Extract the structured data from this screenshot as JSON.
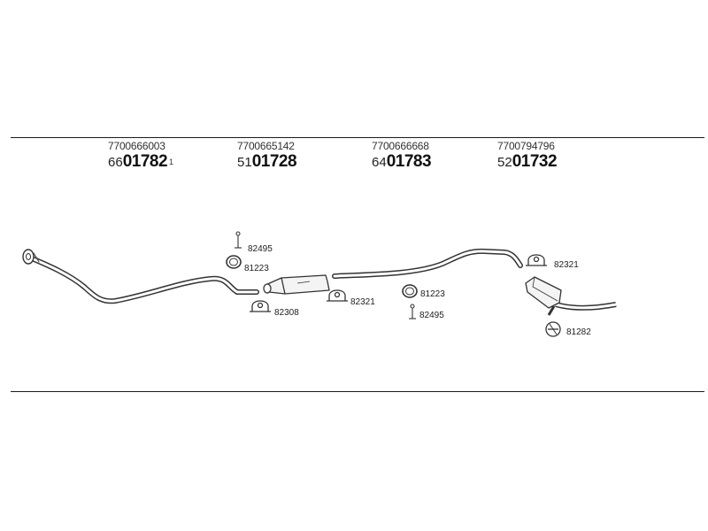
{
  "parts": [
    {
      "oe_number": "7700666003",
      "prefix": "66",
      "number": "01782",
      "marker": "1"
    },
    {
      "oe_number": "7700665142",
      "prefix": "51",
      "number": "01728",
      "marker": ""
    },
    {
      "oe_number": "7700666668",
      "prefix": "64",
      "number": "01783",
      "marker": ""
    },
    {
      "oe_number": "7700794796",
      "prefix": "52",
      "number": "01732",
      "marker": ""
    }
  ],
  "callouts": {
    "hanger_1": "82495",
    "ring_1": "81223",
    "clamp_1": "82308",
    "clamp_2": "82321",
    "ring_2": "81223",
    "hanger_2": "82495",
    "clamp_3": "82321",
    "clamp_4": "81282"
  }
}
